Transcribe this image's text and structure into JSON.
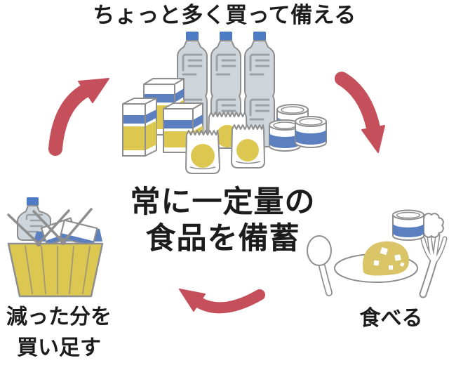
{
  "diagram": {
    "title": "ちょっと多く買って備える",
    "center_label": {
      "line1": "常に一定量の",
      "line2": "食品を備蓄"
    },
    "restock_label": {
      "line1": "減った分を",
      "line2": "買い足す"
    },
    "eat_label": "食べる",
    "cycle_steps": [
      "ちょっと多く買って備える",
      "食べる",
      "減った分を買い足す"
    ],
    "illustrations": [
      "water-bottles-icon",
      "food-boxes-icon",
      "retort-pouches-icon",
      "canned-food-icon",
      "shopping-basket-icon",
      "curry-plate-icon",
      "spoon-icon",
      "fork-icon",
      "open-can-icon",
      "cycle-arrow-up-icon",
      "cycle-arrow-down-icon",
      "cycle-arrow-left-icon"
    ]
  },
  "colors": {
    "arrow_red": "#C5505B",
    "accent_blue": "#5B7FBF",
    "cap_blue": "#4D7BC4",
    "item_yellow": "#DCC851",
    "curry_yellow": "#D9C468",
    "bottle_gray": "#CED6DC",
    "outline_gray": "#8E8E8E",
    "text_black": "#1C1C1C",
    "background": "#FFFFFF"
  }
}
